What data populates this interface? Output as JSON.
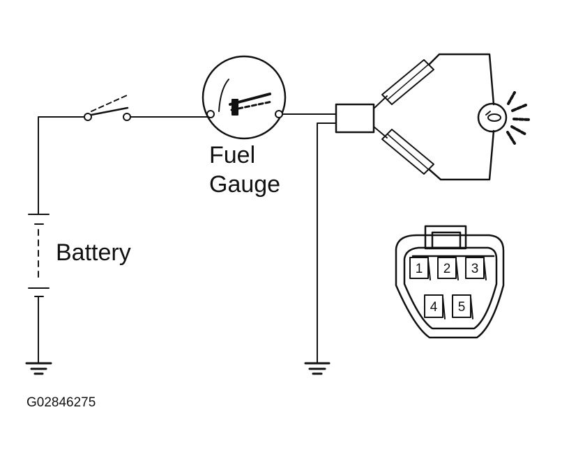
{
  "labels": {
    "fuel_gauge_line1": "Fuel",
    "fuel_gauge_line2": "Gauge",
    "battery": "Battery",
    "figure_code": "G02846275"
  },
  "connector_pins": [
    "1",
    "2",
    "3",
    "4",
    "5"
  ],
  "colors": {
    "ink": "#111111",
    "background": "#ffffff"
  }
}
